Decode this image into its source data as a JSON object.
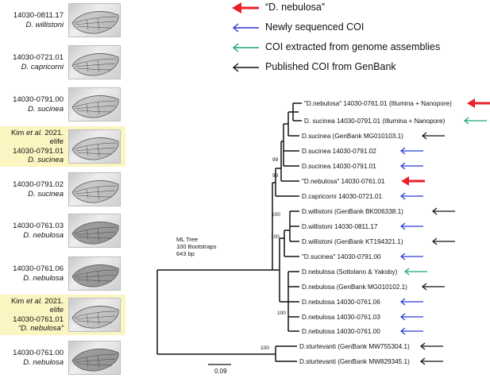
{
  "wings": [
    {
      "code": "14030-0811.17",
      "species": "D. willistoni",
      "highlight": false
    },
    {
      "code": "14030-0721.01",
      "species": "D. capricorni",
      "highlight": false
    },
    {
      "code": "14030-0791.00",
      "species": "D. sucinea",
      "highlight": false
    },
    {
      "pre": "Kim",
      "etal": "et al.",
      "post": " 2021. elife",
      "code": "14030-0791.01",
      "species": "D. sucinea",
      "highlight": true
    },
    {
      "code": "14030-0791.02",
      "species": "D. sucinea",
      "highlight": false
    },
    {
      "code": "14030-0761.03",
      "species": "D. nebulosa",
      "highlight": false
    },
    {
      "code": "14030-0761.06",
      "species": "D. nebulosa",
      "highlight": false
    },
    {
      "pre": "Kim",
      "etal": "et al.",
      "post": " 2021. elife",
      "code": "14030-0761.01",
      "species": "“D. nebulosa”",
      "highlight": true
    },
    {
      "code": "14030-0761.00",
      "species": "D. nebulosa",
      "highlight": false
    }
  ],
  "legend": [
    {
      "label": "“D. nebulosa”",
      "arrow": "red"
    },
    {
      "label": "Newly sequenced COI",
      "arrow": "blue"
    },
    {
      "label": "COI extracted from genome assemblies",
      "arrow": "green"
    },
    {
      "label": "Published COI from GenBank",
      "arrow": "black"
    }
  ],
  "colors": {
    "red": "#e8202a",
    "blue": "#2b3bd6",
    "green": "#1aa37c",
    "black": "#111111",
    "highlight": "#fbf5c2"
  },
  "tree": {
    "info": [
      "ML Tree",
      "100 Bootstraps",
      "643 bp"
    ],
    "scale": "0.09",
    "tips": [
      {
        "label": "\"D.nebulosa\" 14030-0761.01 (Illumina + Nanopore)",
        "arrow": "red"
      },
      {
        "label": "D. sucinea 14030-0791.01 (Illumina + Nanopore)",
        "arrow": "green"
      },
      {
        "label": "D.sucinea (GenBank MG010103.1)",
        "arrow": "black"
      },
      {
        "label": "D.sucinea 14030-0791.02",
        "arrow": "blue"
      },
      {
        "label": "D.sucinea 14030-0791.01",
        "arrow": "blue"
      },
      {
        "label": "\"D.nebulosa\" 14030-0761.01",
        "arrow": "red"
      },
      {
        "label": "D.capricorni 14030-0721.01",
        "arrow": "blue"
      },
      {
        "label": "D.willistoni (GenBank BK006338.1)",
        "arrow": "black"
      },
      {
        "label": "D.willistoni 14030-0811.17",
        "arrow": "blue"
      },
      {
        "label": "D.willistoni (GenBank KT194321.1)",
        "arrow": "black"
      },
      {
        "label": "\"D.sucinea\" 14030-0791.00",
        "arrow": "blue"
      },
      {
        "label": "D.nebulosa (Sottolano & Yakoby)",
        "arrow": "green"
      },
      {
        "label": "D.nebulosa (GenBank MG010102.1)",
        "arrow": "black"
      },
      {
        "label": "D.nebulosa 14030-0761.06",
        "arrow": "blue"
      },
      {
        "label": "D.nebulosa 14030-0761.03",
        "arrow": "blue"
      },
      {
        "label": "D.nebulosa 14030-0761.00",
        "arrow": "blue"
      },
      {
        "label": "D.sturtevanti (GenBank MW755304.1)",
        "arrow": "black"
      },
      {
        "label": "D.sturtevanti (GenBank MW829345.1)",
        "arrow": "black"
      }
    ],
    "bootstrap": [
      "99",
      "99",
      "100",
      "100",
      "100",
      "100"
    ]
  }
}
